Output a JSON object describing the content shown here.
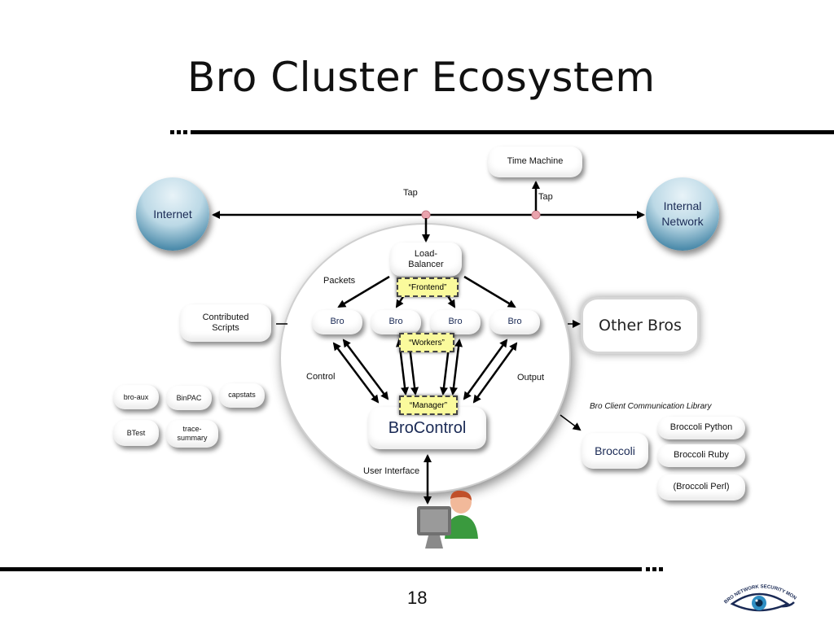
{
  "slide": {
    "title": "Bro Cluster Ecosystem",
    "page_number": "18",
    "logo_text": "BRO NETWORK SECURITY MONITOR"
  },
  "nodes": {
    "internet": "Internet",
    "internal_line1": "Internal",
    "internal_line2": "Network",
    "time_machine": "Time Machine",
    "load_balancer_line1": "Load-",
    "load_balancer_line2": "Balancer",
    "frontend": "“Frontend”",
    "workers": "“Workers”",
    "manager": "“Manager”",
    "bro": [
      "Bro",
      "Bro",
      "Bro",
      "Bro"
    ],
    "brocontrol": "BroControl",
    "contributed_line1": "Contributed",
    "contributed_line2": "Scripts",
    "other_bros": "Other Bros",
    "broccoli": "Broccoli",
    "broccoli_python": "Broccoli Python",
    "broccoli_ruby": "Broccoli Ruby",
    "broccoli_perl": "(Broccoli Perl)",
    "tools": {
      "bro_aux": "bro-aux",
      "binpac": "BinPAC",
      "capstats": "capstats",
      "btest": "BTest",
      "trace_line1": "trace-",
      "trace_line2": "summary"
    }
  },
  "labels": {
    "tap_center": "Tap",
    "tap_right": "Tap",
    "packets": "Packets",
    "control": "Control",
    "output": "Output",
    "user_interface": "User Interface",
    "bro_client_library": "Bro Client Communication Library"
  },
  "colors": {
    "globe_text": "#1a2a55",
    "tag_fill": "#fafa9c",
    "bro_text": "#1a2a55"
  }
}
